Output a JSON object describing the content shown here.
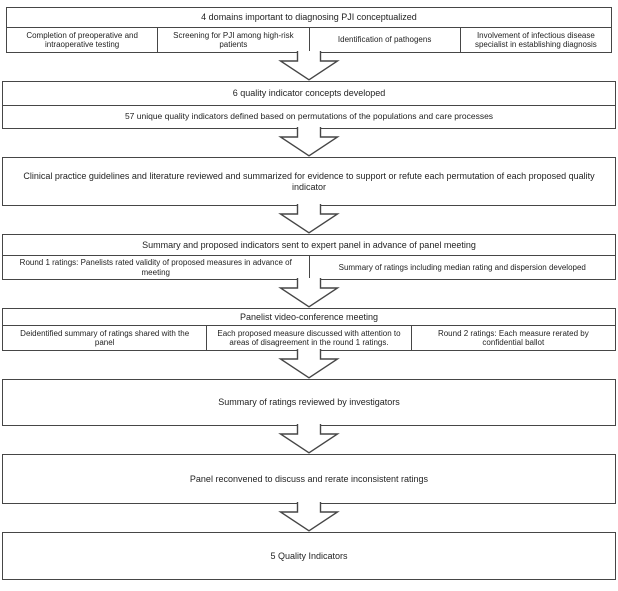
{
  "diagram": {
    "title": "PJI quality indicator development flowchart",
    "colors": {
      "border": "#464646",
      "text": "#1f1f1f",
      "background": "#ffffff"
    },
    "stages": [
      {
        "header": "4 domains important to diagnosing PJI conceptualized",
        "cells": [
          "Completion of preoperative and intraoperative testing",
          "Screening for PJI among high-risk patients",
          "Identification of pathogens",
          "Involvement of infectious disease specialist in establishing diagnosis"
        ]
      },
      {
        "header": "6 quality indicator concepts developed",
        "cells": [
          "57 unique quality indicators defined based on permutations of the populations and care processes"
        ]
      },
      {
        "header": "Clinical practice guidelines and literature reviewed and summarized for evidence to support or refute each permutation of each proposed quality indicator",
        "cells": []
      },
      {
        "header": "Summary and proposed indicators sent to expert panel in advance of panel meeting",
        "cells": [
          "Round 1 ratings: Panelists rated validity of proposed measures in advance of meeting",
          "Summary of ratings including median rating and dispersion developed"
        ]
      },
      {
        "header": "Panelist video-conference meeting",
        "cells": [
          "Deidentified summary of ratings shared with the panel",
          "Each proposed measure discussed with attention to areas of disagreement in the round 1 ratings.",
          "Round 2 ratings: Each measure rerated by confidential ballot"
        ]
      },
      {
        "header": "Summary of ratings reviewed by investigators",
        "cells": []
      },
      {
        "header": "Panel reconvened to discuss and rerate inconsistent ratings",
        "cells": []
      },
      {
        "header": "5 Quality Indicators",
        "cells": []
      }
    ]
  }
}
